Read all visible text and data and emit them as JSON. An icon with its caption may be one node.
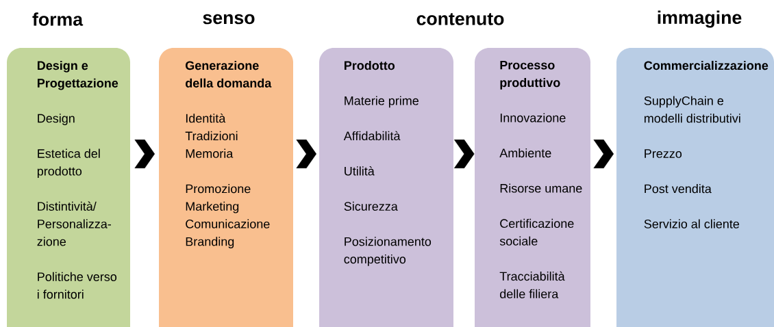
{
  "diagram": {
    "nodes": [
      {
        "text": [
          "Design e Progettazione",
          "Design",
          "Estetica del prodotto",
          "Distintività/ Personalizza- zione",
          "Politiche verso i fornitori"
        ]
      },
      {
        "text": [
          "Generazione della domanda",
          "Identità",
          "Tradizioni",
          "Memoria",
          "Promozione",
          "Marketing",
          "Comunicazione",
          "Branding"
        ]
      },
      {
        "text": [
          "Prodotto",
          "Materie prime",
          "Affidabilità",
          "Utilità",
          "Sicurezza",
          "Posizionamento competitivo"
        ]
      },
      {
        "text": [
          "Processo produttivo",
          "Innovazione",
          "Ambiente",
          "Risorse umane",
          "Certificazione sociale",
          "Tracciabilità delle filiera"
        ]
      },
      {
        "text": [
          "Commercializzazione",
          "SupplyChain e modelli distributivi",
          "Prezzo",
          "Post vendita",
          "Servizio al cliente"
        ]
      }
    ],
    "edges": [
      {
        "from": 0,
        "to": 1,
        "arrow": "to"
      },
      {
        "from": 1,
        "to": 2,
        "arrow": "to"
      },
      {
        "from": 2,
        "to": 3,
        "arrow": "to"
      },
      {
        "from": 3,
        "to": 4,
        "arrow": "to"
      }
    ],
    "labels": [
      "forma",
      "senso",
      "contenuto",
      "immagine"
    ]
  }
}
